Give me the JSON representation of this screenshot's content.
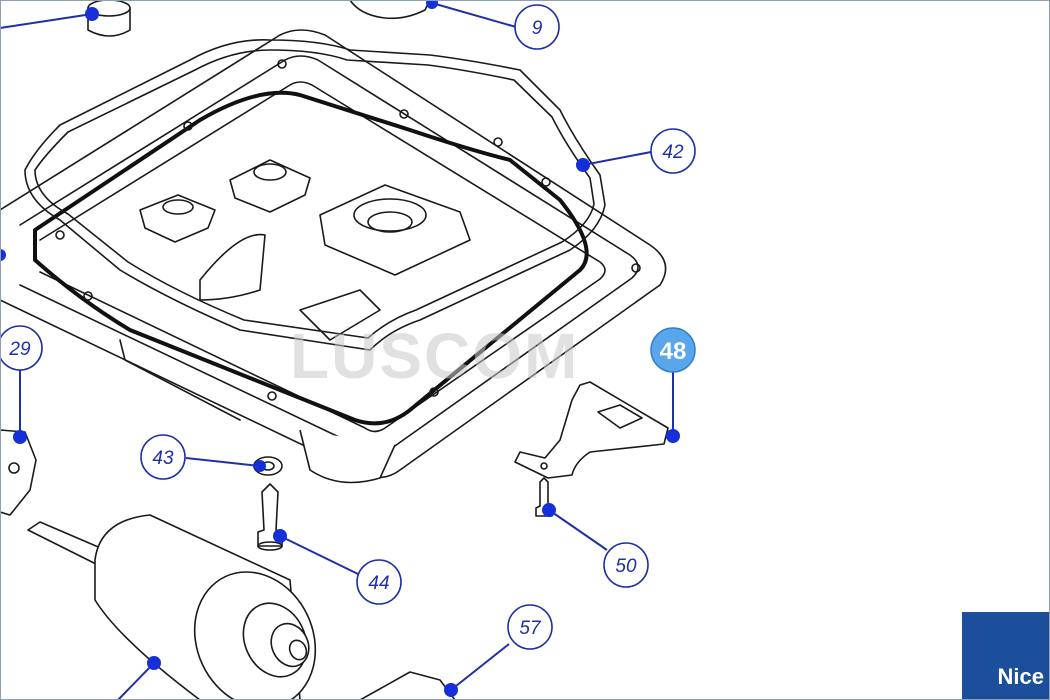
{
  "callouts": [
    {
      "id": "c9",
      "label": "9"
    },
    {
      "id": "c42",
      "label": "42"
    },
    {
      "id": "c29",
      "label": "29"
    },
    {
      "id": "c43",
      "label": "43"
    },
    {
      "id": "c44",
      "label": "44"
    },
    {
      "id": "c50",
      "label": "50"
    },
    {
      "id": "c57",
      "label": "57"
    }
  ],
  "highlighted_callout": {
    "label": "48",
    "color": "#5aa6ea"
  },
  "watermark": "LUSCOM",
  "brand": {
    "name": "Nice",
    "color": "#1b4f9c"
  },
  "colors": {
    "leader": "#1f2fa8",
    "dot": "#1530d8",
    "line": "#1a1a1a"
  }
}
